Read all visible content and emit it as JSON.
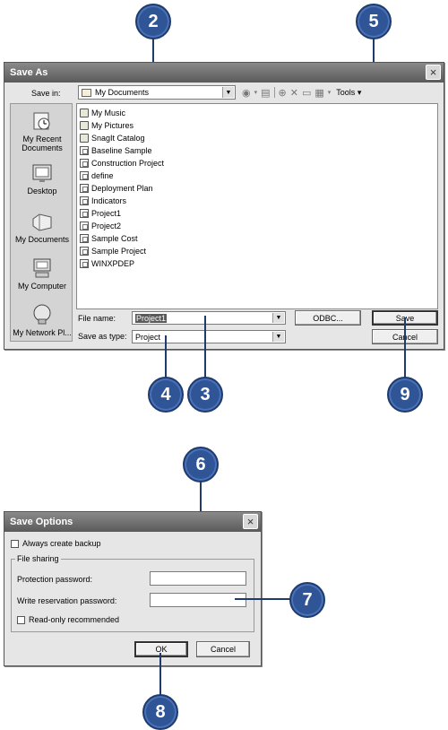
{
  "callouts": {
    "c2": "2",
    "c5": "5",
    "c4": "4",
    "c3": "3",
    "c9": "9",
    "c6": "6",
    "c7": "7",
    "c8": "8"
  },
  "save_as": {
    "title": "Save As",
    "close_glyph": "×",
    "save_in_label": "Save in:",
    "save_in_value": "My Documents",
    "tools_label": "Tools",
    "places": [
      {
        "label": "My Recent Documents",
        "icon": "recent-documents-icon"
      },
      {
        "label": "Desktop",
        "icon": "desktop-icon"
      },
      {
        "label": "My Documents",
        "icon": "my-documents-icon"
      },
      {
        "label": "My Computer",
        "icon": "my-computer-icon"
      },
      {
        "label": "My Network Pl...",
        "icon": "my-network-icon"
      }
    ],
    "files": [
      {
        "name": "My Music",
        "type": "folder"
      },
      {
        "name": "My Pictures",
        "type": "folder"
      },
      {
        "name": "SnagIt Catalog",
        "type": "folder"
      },
      {
        "name": "Baseline Sample",
        "type": "project"
      },
      {
        "name": "Construction Project",
        "type": "project"
      },
      {
        "name": "define",
        "type": "project"
      },
      {
        "name": "Deployment Plan",
        "type": "project"
      },
      {
        "name": "Indicators",
        "type": "project"
      },
      {
        "name": "Project1",
        "type": "project"
      },
      {
        "name": "Project2",
        "type": "project"
      },
      {
        "name": "Sample Cost",
        "type": "project"
      },
      {
        "name": "Sample Project",
        "type": "project"
      },
      {
        "name": "WINXPDEP",
        "type": "project"
      }
    ],
    "file_name_label": "File name:",
    "file_name_value": "Project1",
    "save_as_type_label": "Save as type:",
    "save_as_type_value": "Project",
    "odbc_label": "ODBC...",
    "save_label": "Save",
    "cancel_label": "Cancel"
  },
  "save_options": {
    "title": "Save Options",
    "close_glyph": "×",
    "always_backup_label": "Always create backup",
    "file_sharing_label": "File sharing",
    "protection_password_label": "Protection password:",
    "write_reservation_label": "Write reservation password:",
    "read_only_label": "Read-only recommended",
    "ok_label": "OK",
    "cancel_label": "Cancel"
  }
}
